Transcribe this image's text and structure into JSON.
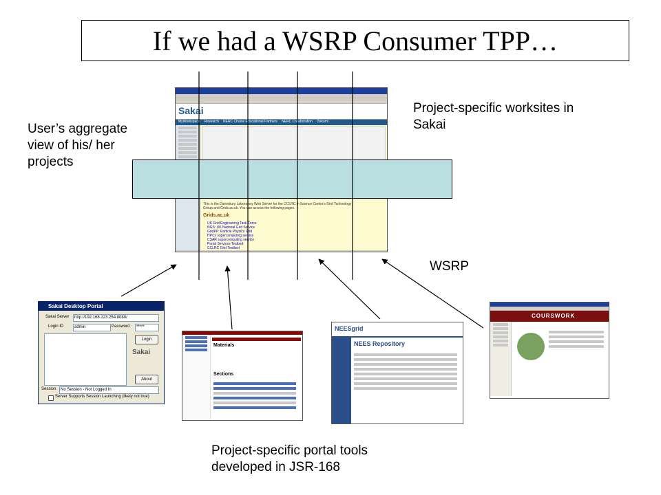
{
  "title": "If we had a WSRP Consumer TPP…",
  "labels": {
    "aggregate_view": [
      "User’s aggregate",
      "view of his/ her",
      "projects"
    ],
    "worksites": [
      "Project-specific worksites in",
      "Sakai"
    ],
    "wsrp": "WSRP",
    "portal_tools": [
      "Project-specific portal tools",
      "developed in JSR-168"
    ]
  },
  "sakai_portal": {
    "logo": "Sakai",
    "nav_tabs": [
      "MyWorkspace",
      "Research",
      "NERC Chaise Educational Partners",
      "NERC Collaboration",
      "Dokumi"
    ],
    "heading": "Grids.ac.uk",
    "intro": "This is the Daresbury Laboratory Web Server for the CCLRC e-Science Centre's Grid Technology Group and Grids.ac.uk. You can access the following pages.",
    "links": [
      "UK Grid Engineering Task Force",
      "NGS: UK National Grid Service",
      "GridPP: Particle Physics Grid",
      "HPCx supercomputing service",
      "CSAR supercomputing service",
      "Portal Services Testbed",
      "CCLRC Grid Testbed"
    ]
  },
  "desktop_portal": {
    "window_title": "Sakai Desktop Portal",
    "server_label": "Sakai Server",
    "server_value": "http://192.168.123.254:8080/",
    "login_label": "Login ID",
    "login_value": "admin",
    "password_label": "Password",
    "password_value": "*****",
    "login_button": "Login",
    "about_button": "About",
    "logo": "Sakai",
    "session_label": "Session",
    "session_value": "No Session - Not Logged In",
    "checkbox_label": "Server Supports Session Launching (likely not true)"
  },
  "materials_tool": {
    "heading": "Materials",
    "sections_heading": "Sections"
  },
  "nees_tool": {
    "logo": "NEESgrid",
    "heading": "NEES Repository"
  },
  "coursework_tool": {
    "logo": "COURSWORK"
  },
  "colors": {
    "teal_bar": "#b9dfe1",
    "titlebar": "#1c3f9a",
    "sakai_nav": "#1f5a8a",
    "materials_header": "#8a0a0a",
    "coursework_header": "#7a0f0f"
  }
}
